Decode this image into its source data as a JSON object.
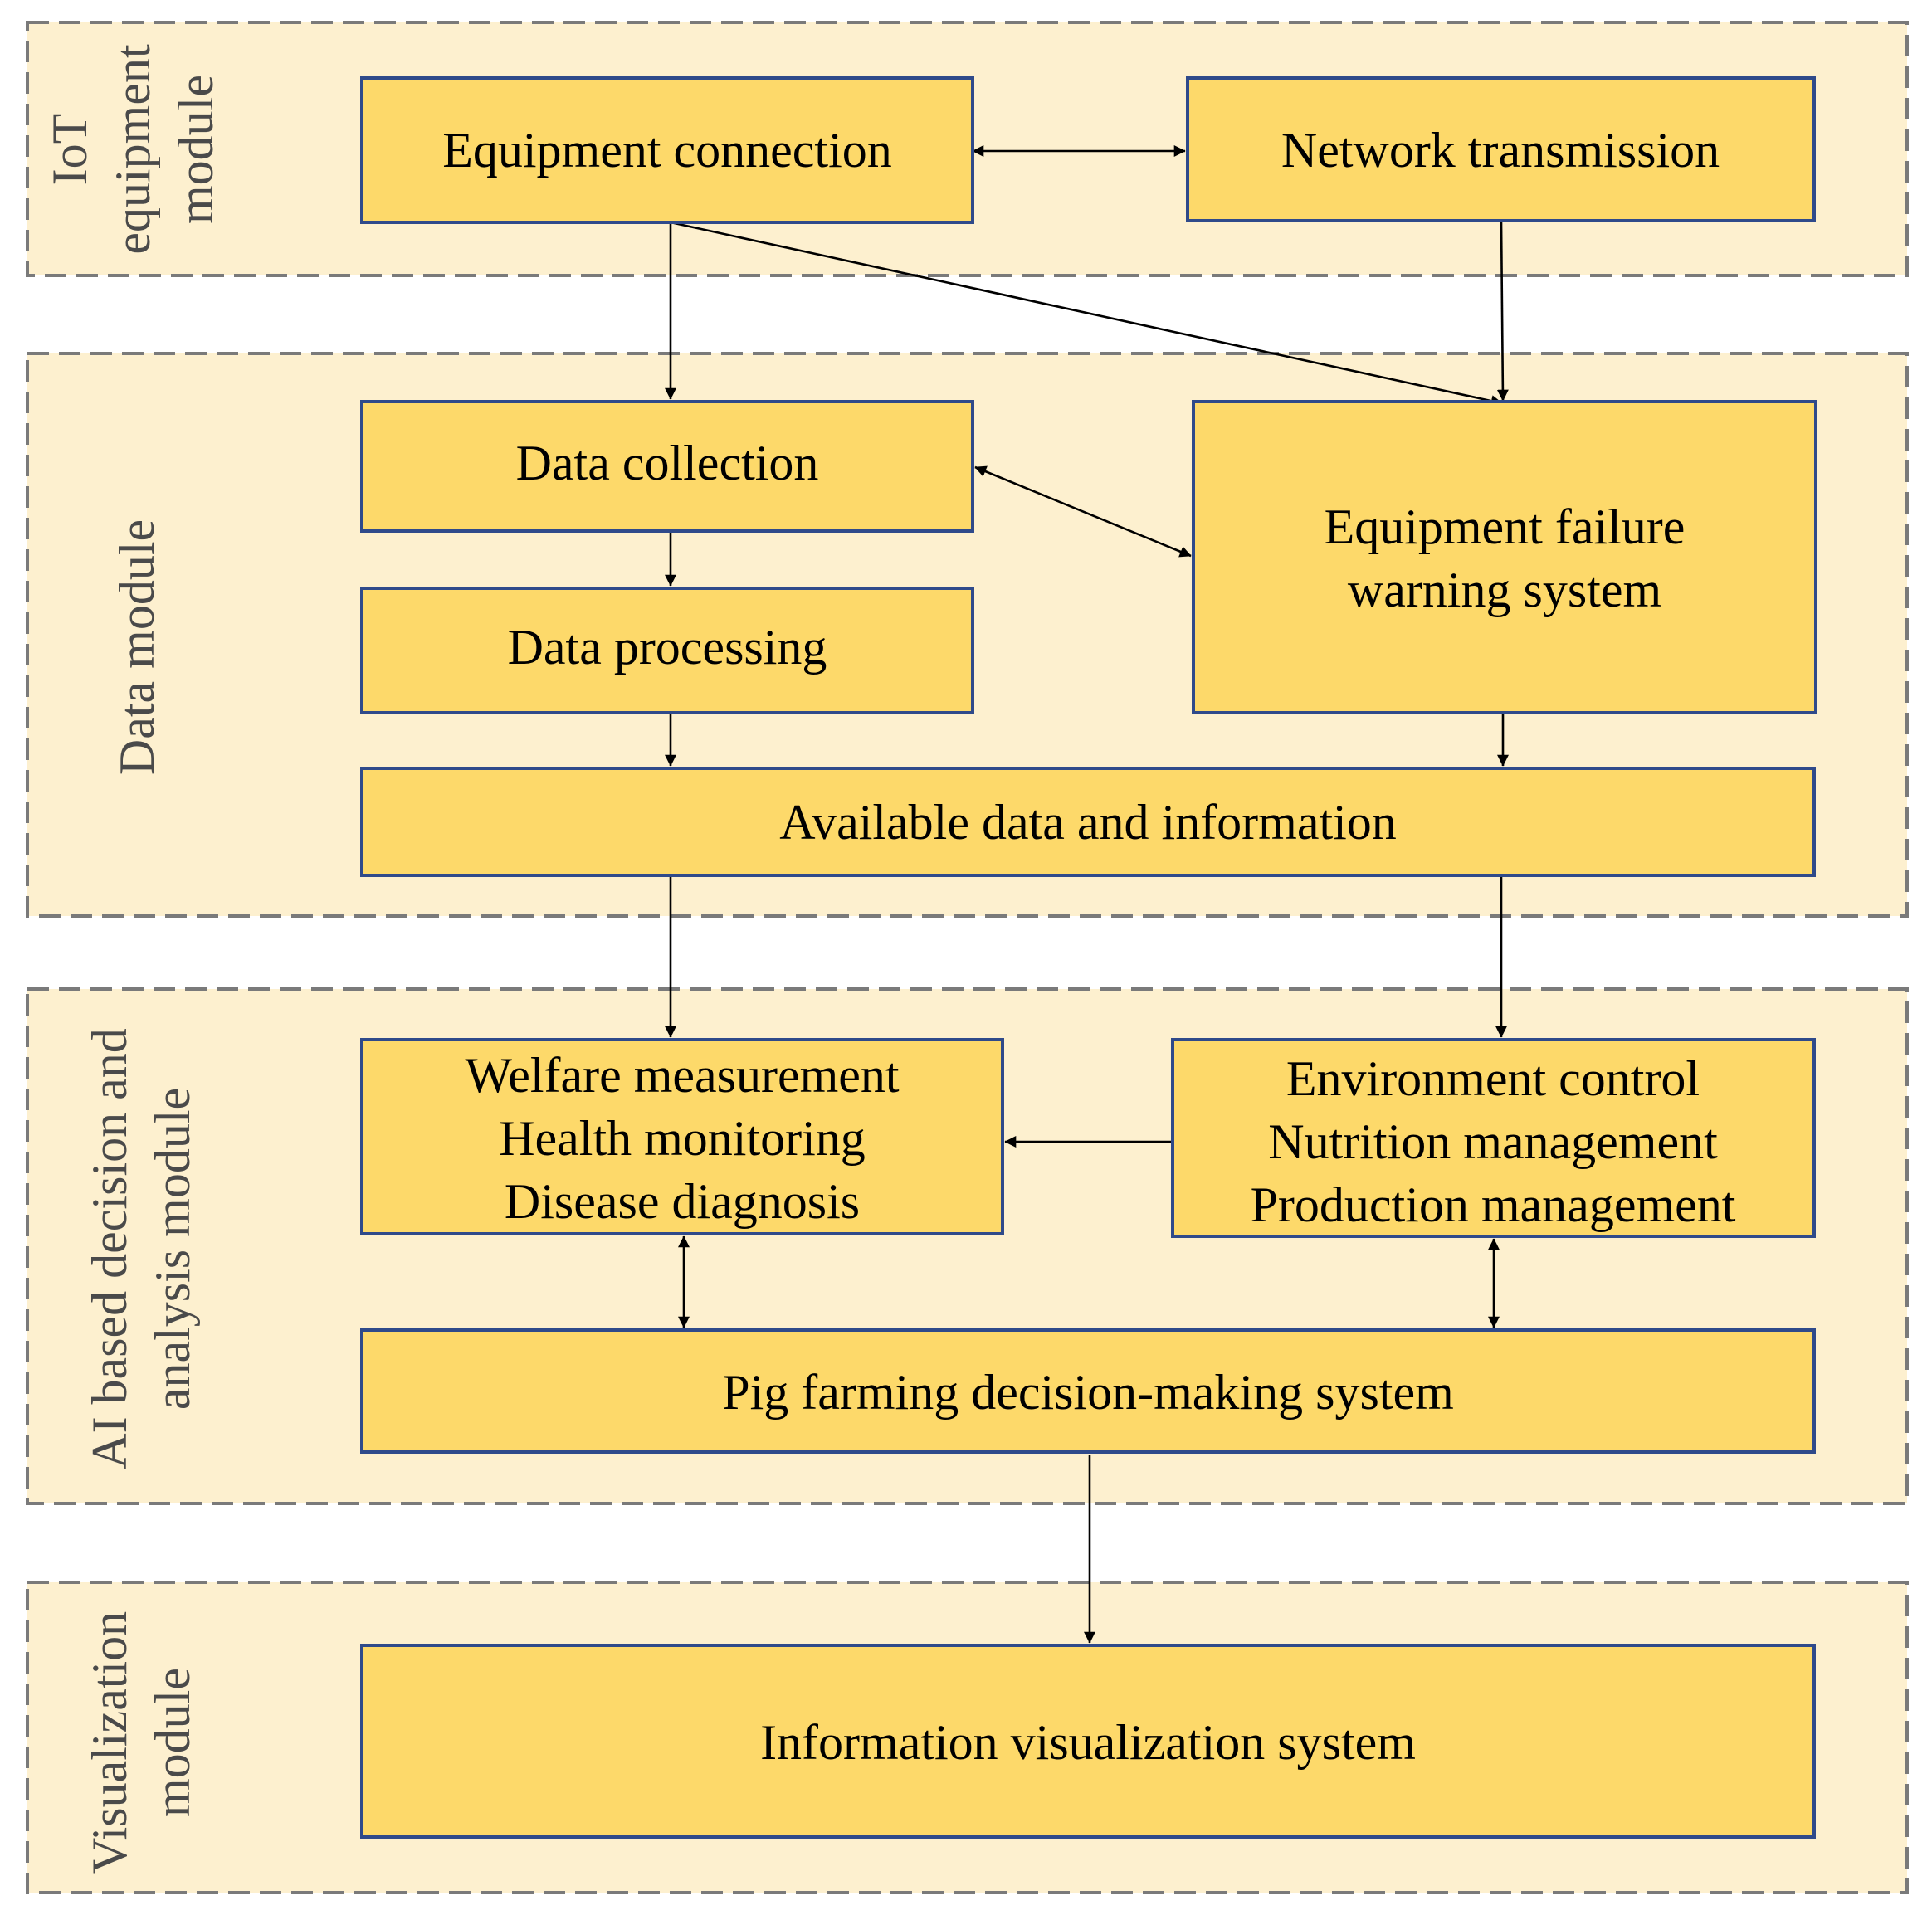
{
  "colors": {
    "module_fill": "#fdf0cf",
    "module_border": "#7a7a7a",
    "box_fill": "#fdd96a",
    "box_border": "#2f4a8a",
    "arrow": "#000000"
  },
  "modules": {
    "iot": {
      "label_lines": [
        "IoT",
        "equipment",
        "module"
      ]
    },
    "data": {
      "label_lines": [
        "Data module"
      ]
    },
    "ai": {
      "label_lines": [
        "AI based decision and",
        "analysis module"
      ]
    },
    "visualization": {
      "label_lines": [
        "Visualization",
        "module"
      ]
    }
  },
  "boxes": {
    "equipment_connection": {
      "lines": [
        "Equipment connection"
      ]
    },
    "network_transmission": {
      "lines": [
        "Network transmission"
      ]
    },
    "data_collection": {
      "lines": [
        "Data collection"
      ]
    },
    "equipment_failure": {
      "lines": [
        "Equipment failure",
        "warning system"
      ]
    },
    "data_processing": {
      "lines": [
        "Data processing"
      ]
    },
    "available_data": {
      "lines": [
        "Available data and information"
      ]
    },
    "welfare": {
      "lines": [
        "Welfare measurement",
        "Health monitoring",
        "Disease diagnosis"
      ]
    },
    "environment": {
      "lines": [
        "Environment control",
        "Nutrition management",
        "Production management"
      ]
    },
    "decision": {
      "lines": [
        "Pig farming decision-making system"
      ]
    },
    "visualization_system": {
      "lines": [
        "Information visualization system"
      ]
    }
  }
}
